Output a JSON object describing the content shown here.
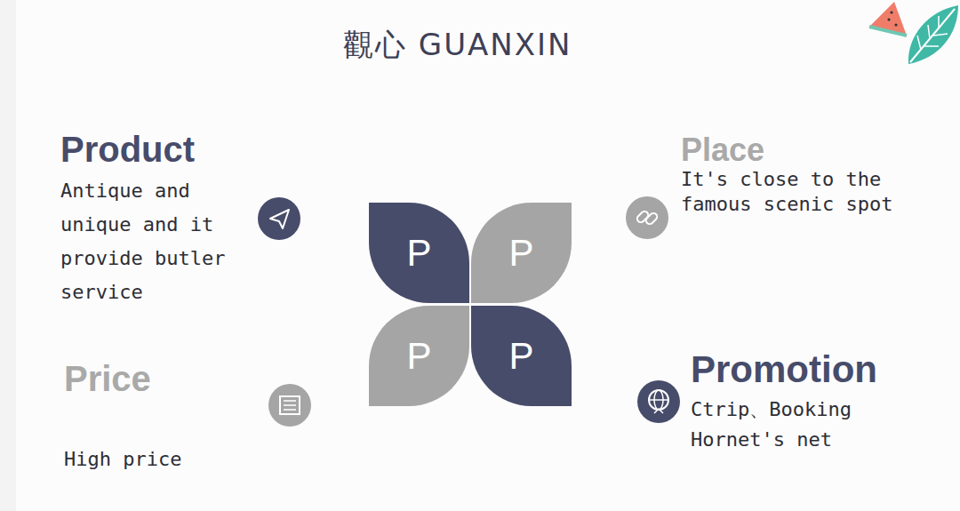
{
  "diagram": {
    "title": "觀心 GUANXIN",
    "nodes": [
      {
        "text": [
          "P"
        ]
      },
      {
        "text": [
          "P"
        ]
      },
      {
        "text": [
          "P"
        ]
      },
      {
        "text": [
          "P"
        ]
      }
    ],
    "labels": [
      "Product",
      "Antique and unique and it provide butler service",
      "Place",
      "It's close to the famous scenic spot",
      "Price",
      "High price",
      "Promotion",
      "Ctrip、Booking Hornet's net"
    ]
  }
}
